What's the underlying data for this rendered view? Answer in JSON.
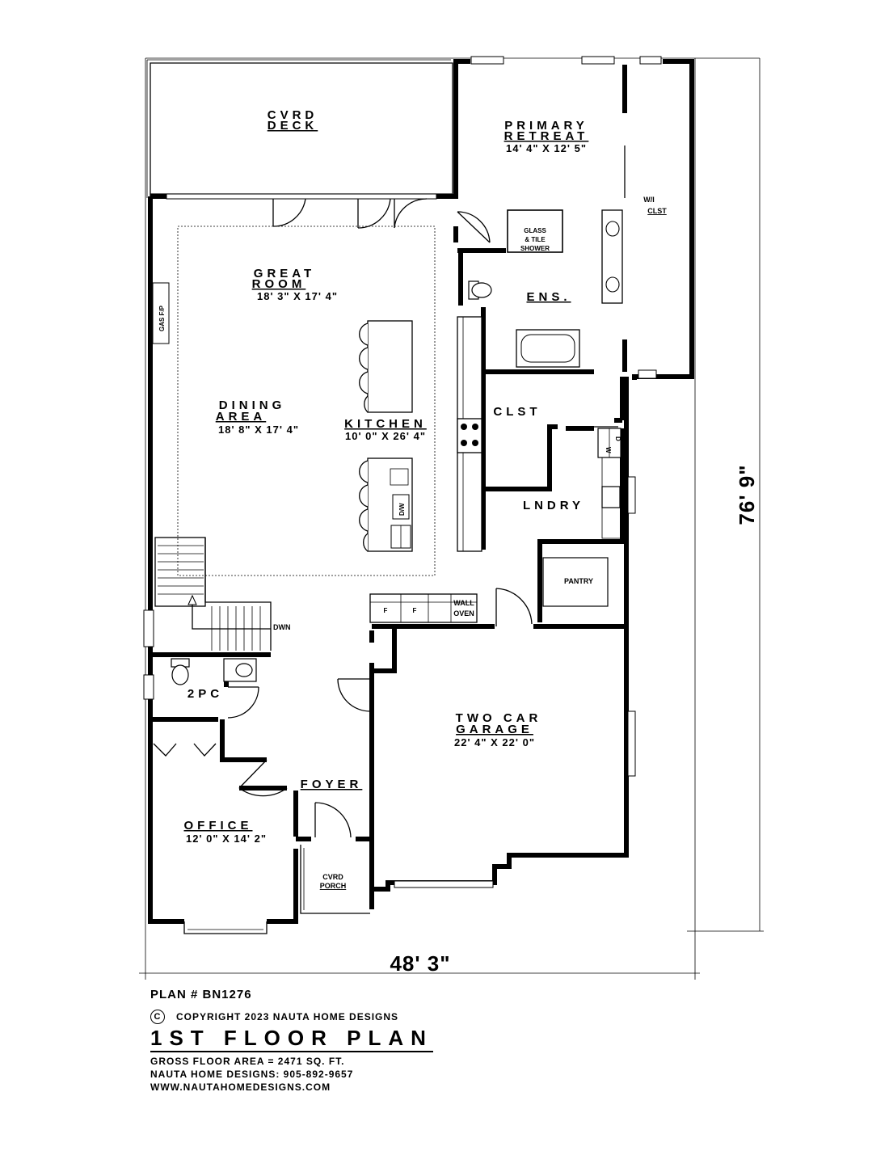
{
  "rooms": {
    "cvrd_deck": {
      "line1": "CVRD",
      "line2": "DECK"
    },
    "primary_retreat": {
      "line1": "PRIMARY",
      "line2": "RETREAT",
      "size": "14' 4\" X 12' 5\""
    },
    "wi_clst": {
      "line1": "W/I",
      "line2": "CLST"
    },
    "glass_shower": {
      "line1": "GLASS",
      "line2": "& TILE",
      "line3": "SHOWER"
    },
    "ens": "ENS.",
    "great_room": {
      "line1": "GREAT",
      "line2": "ROOM",
      "size": "18' 3\" X 17' 4\""
    },
    "gas_fp": "GAS F/P",
    "dining": {
      "line1": "DINING",
      "line2": "AREA",
      "size": "18' 8\" X 17' 4\""
    },
    "kitchen": {
      "line1": "KITCHEN",
      "size": "10' 0\" X 26' 4\""
    },
    "clst": "CLST",
    "lndry": "LNDRY",
    "dw": "D/W",
    "pantry": "PANTRY",
    "wall_oven": {
      "line1": "WALL",
      "line2": "OVEN"
    },
    "fridge": "F",
    "dwn": "DWN",
    "two_pc": "2PC",
    "garage": {
      "line1": "TWO CAR",
      "line2": "GARAGE",
      "size": "22' 4\" X 22' 0\""
    },
    "foyer": "FOYER",
    "office": {
      "line1": "OFFICE",
      "size": "12' 0\" X 14' 2\""
    },
    "cvrd_porch": {
      "line1": "CVRD",
      "line2": "PORCH"
    },
    "washer": "W",
    "dryer": "D"
  },
  "dimensions": {
    "width": "48' 3\"",
    "depth": "76' 9\""
  },
  "footer": {
    "plan_number": "PLAN # BN1276",
    "copyright_symbol": "C",
    "copyright": "COPYRIGHT 2023 NAUTA HOME DESIGNS",
    "title": "1ST FLOOR PLAN",
    "gross_area": "GROSS  FLOOR AREA  =  2471  SQ. FT.",
    "phone": "NAUTA HOME DESIGNS:  905-892-9657",
    "website": "WWW.NAUTAHOMEDESIGNS.COM"
  }
}
